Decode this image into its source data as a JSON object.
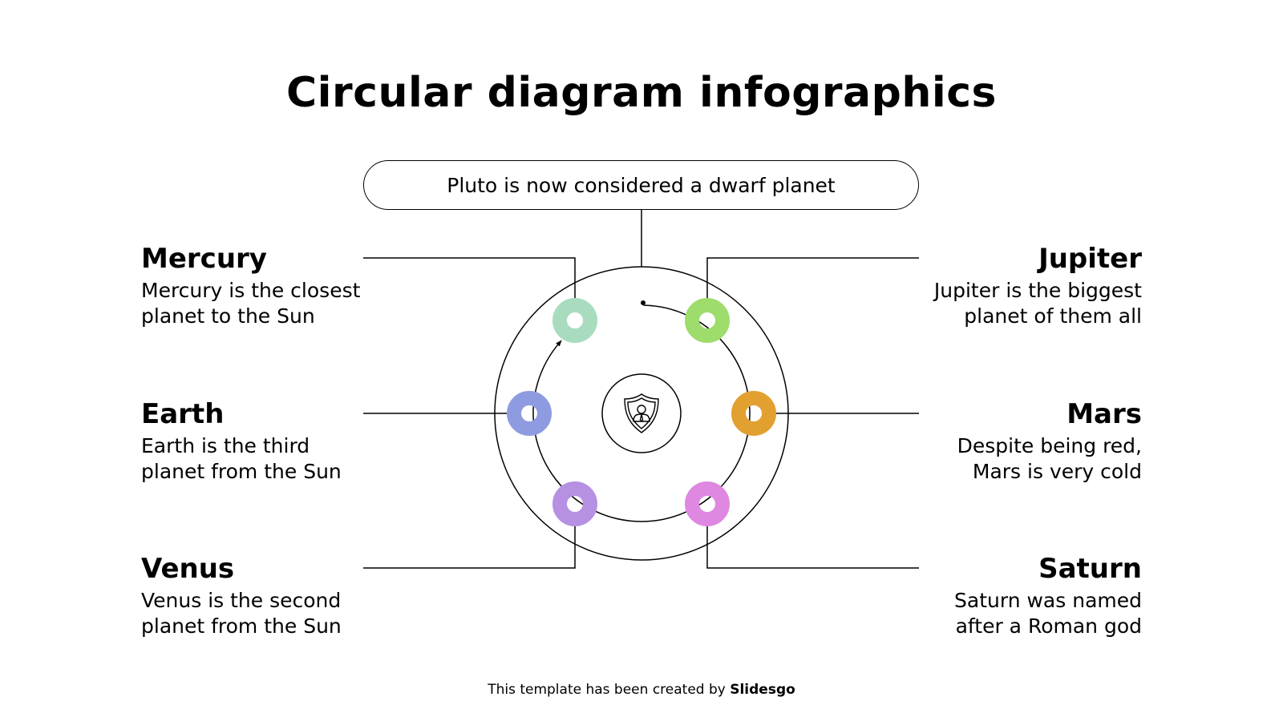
{
  "title": "Circular diagram infographics",
  "center_note": "Pluto is now considered a dwarf planet",
  "center_icon": "shield-user-icon",
  "items": [
    {
      "name": "Mercury",
      "desc_line1": "Mercury is the closest",
      "desc_line2": "planet to the Sun",
      "color": "#a9dcbf"
    },
    {
      "name": "Earth",
      "desc_line1": "Earth is the third",
      "desc_line2": "planet from the Sun",
      "color": "#8f9be0"
    },
    {
      "name": "Venus",
      "desc_line1": "Venus is the second",
      "desc_line2": "planet from the Sun",
      "color": "#b590e3"
    },
    {
      "name": "Jupiter",
      "desc_line1": "Jupiter is the biggest",
      "desc_line2": "planet of them all",
      "color": "#9edc6c"
    },
    {
      "name": "Mars",
      "desc_line1": "Despite being red,",
      "desc_line2": "Mars is very cold",
      "color": "#e2a031"
    },
    {
      "name": "Saturn",
      "desc_line1": "Saturn was named",
      "desc_line2": "after a Roman god",
      "color": "#de88e2"
    }
  ],
  "footer": {
    "prefix": "This template has been created by ",
    "brand": "Slidesgo"
  }
}
